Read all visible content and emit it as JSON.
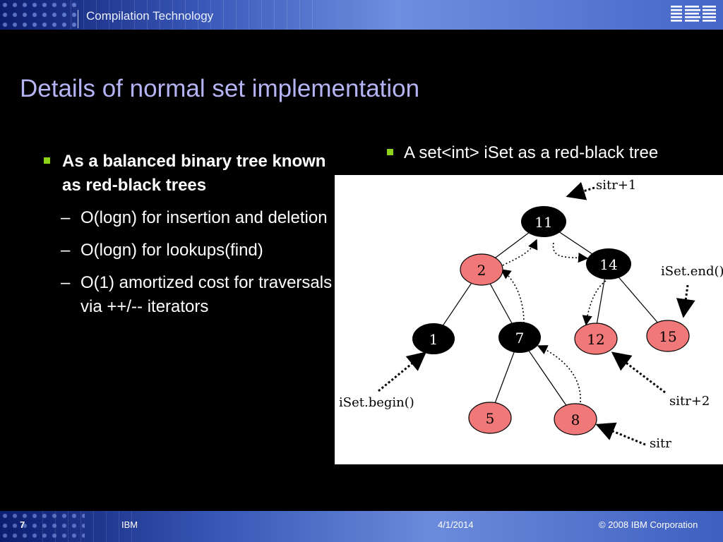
{
  "header": {
    "title": "Compilation Technology",
    "logo": "IBM"
  },
  "slide": {
    "title": "Details of normal set implementation",
    "left_bullet": {
      "text": "As a balanced binary tree known as red-black trees",
      "subitems": [
        "O(logn) for insertion and deletion",
        "O(logn) for lookups(find)",
        "O(1) amortized cost for traversals via ++/-- iterators"
      ]
    },
    "right_bullet": "A set<int> iSet as a red-black tree"
  },
  "diagram": {
    "nodes": [
      {
        "label": "11",
        "color": "black"
      },
      {
        "label": "2",
        "color": "red"
      },
      {
        "label": "14",
        "color": "black"
      },
      {
        "label": "1",
        "color": "black"
      },
      {
        "label": "7",
        "color": "black"
      },
      {
        "label": "12",
        "color": "red"
      },
      {
        "label": "15",
        "color": "red"
      },
      {
        "label": "5",
        "color": "red"
      },
      {
        "label": "8",
        "color": "red"
      }
    ],
    "annotations": {
      "sitr_plus_1": "sitr+1",
      "iset_end": "iSet.end()",
      "iset_begin": "iSet.begin()",
      "sitr_plus_2": "sitr+2",
      "sitr": "sitr"
    },
    "colors": {
      "red_node": "#f07878",
      "black_node": "#000000"
    }
  },
  "footer": {
    "page_number": "7",
    "company": "IBM",
    "date": "4/1/2014",
    "copyright": "© 2008 IBM Corporation"
  }
}
